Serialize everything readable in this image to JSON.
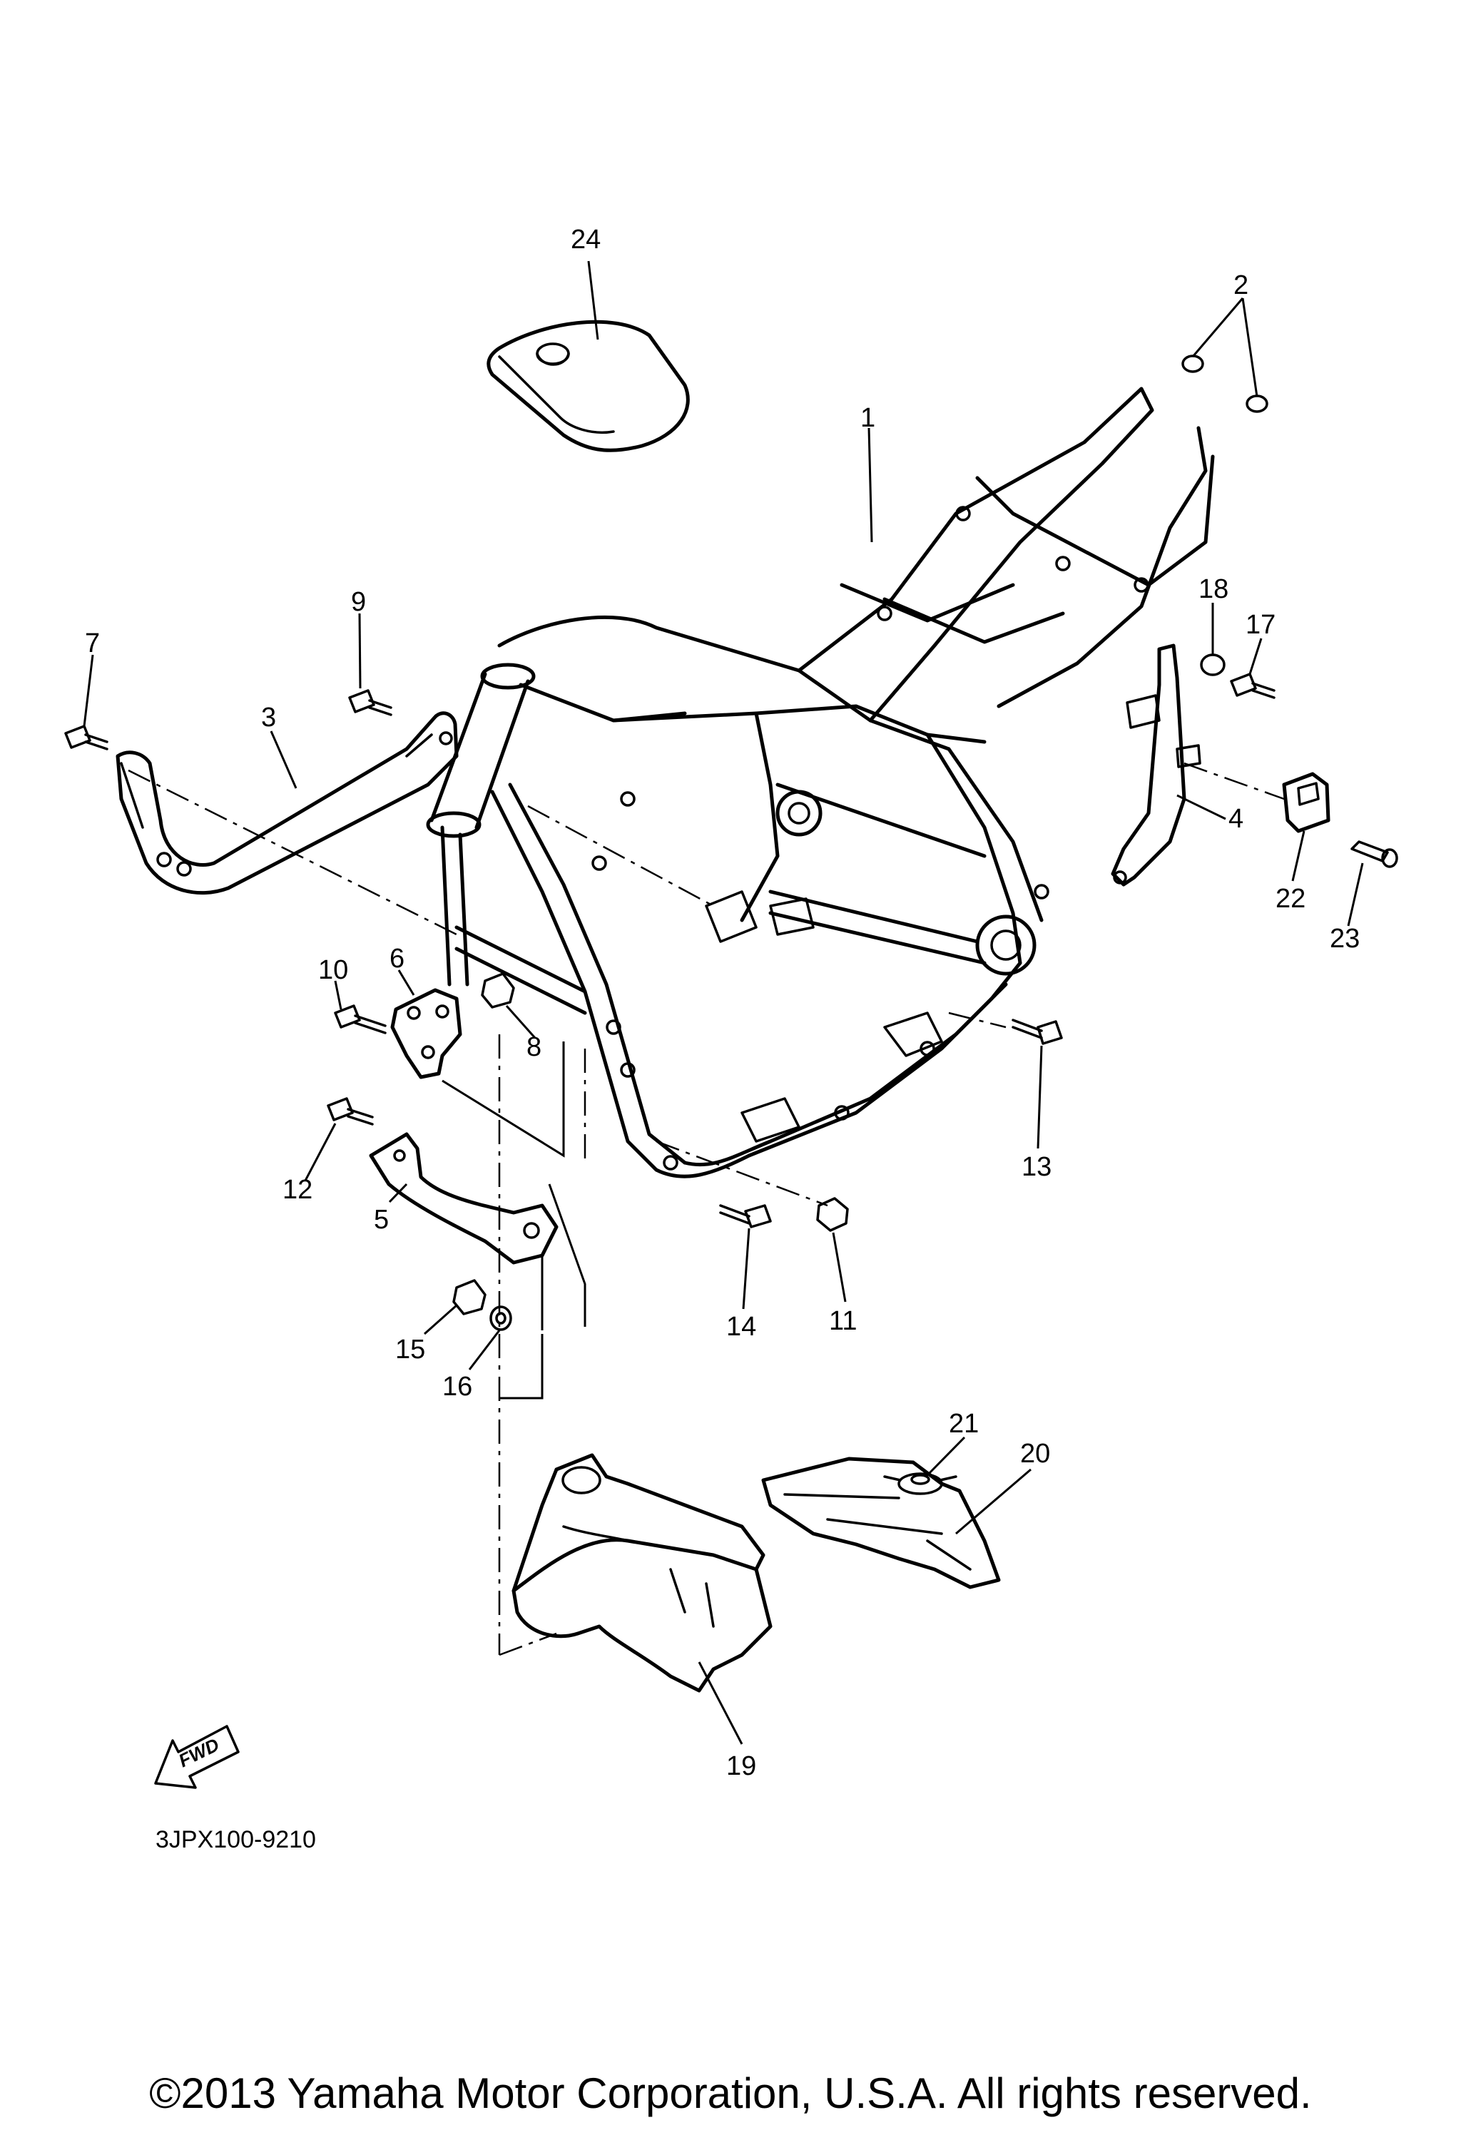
{
  "callouts": [
    {
      "id": "1",
      "label": "1"
    },
    {
      "id": "2",
      "label": "2"
    },
    {
      "id": "3",
      "label": "3"
    },
    {
      "id": "4",
      "label": "4"
    },
    {
      "id": "5",
      "label": "5"
    },
    {
      "id": "6",
      "label": "6"
    },
    {
      "id": "7",
      "label": "7"
    },
    {
      "id": "8",
      "label": "8"
    },
    {
      "id": "9",
      "label": "9"
    },
    {
      "id": "10",
      "label": "10"
    },
    {
      "id": "11",
      "label": "11"
    },
    {
      "id": "12",
      "label": "12"
    },
    {
      "id": "13",
      "label": "13"
    },
    {
      "id": "14",
      "label": "14"
    },
    {
      "id": "15",
      "label": "15"
    },
    {
      "id": "16",
      "label": "16"
    },
    {
      "id": "17",
      "label": "17"
    },
    {
      "id": "18",
      "label": "18"
    },
    {
      "id": "19",
      "label": "19"
    },
    {
      "id": "20",
      "label": "20"
    },
    {
      "id": "21",
      "label": "21"
    },
    {
      "id": "22",
      "label": "22"
    },
    {
      "id": "23",
      "label": "23"
    },
    {
      "id": "24",
      "label": "24"
    }
  ],
  "fwd_label": "FWD",
  "diagram_code": "3JPX100-9210",
  "copyright": "©2013 Yamaha Motor Corporation, U.S.A. All rights reserved."
}
